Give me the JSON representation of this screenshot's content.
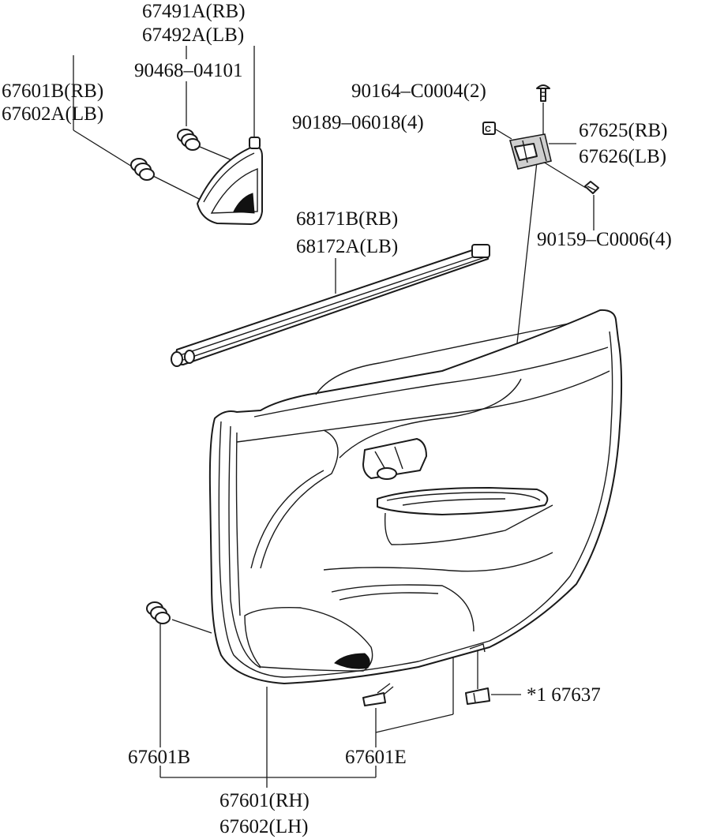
{
  "labels": {
    "p67491a": "67491A(RB)",
    "p67492a": "67492A(LB)",
    "p90468": "90468–04101",
    "p67601b_rb": "67601B(RB)",
    "p67602a_lb": "67602A(LB)",
    "p90164": "90164–C0004(2)",
    "p90189": "90189–06018(4)",
    "p67625": "67625(RB)",
    "p67626": "67626(LB)",
    "p68171b": "68171B(RB)",
    "p68172a": "68172A(LB)",
    "p90159": "90159–C0006(4)",
    "p67637": "*1 67637",
    "p67601b": "67601B",
    "p67601e": "67601E",
    "p67601rh": "67601(RH)",
    "p67602lh": "67602(LH)"
  },
  "icons": {
    "bracket_marker": "C"
  }
}
